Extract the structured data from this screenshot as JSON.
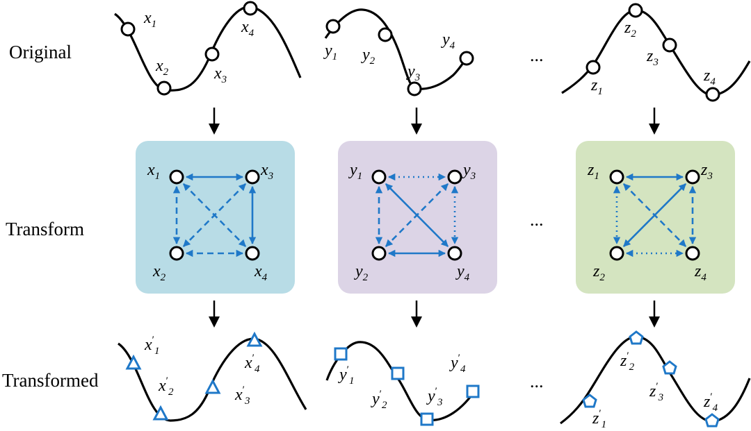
{
  "rows": {
    "original": "Original",
    "transform": "Transform",
    "transformed": "Transformed"
  },
  "ellipsis": "...",
  "colors": {
    "box_x": "#b8dce6",
    "box_y": "#dcd4e6",
    "box_z": "#d4e4c0",
    "edge": "#1f78c8"
  },
  "groups": [
    {
      "id": "x",
      "letter": "x",
      "indices": [
        "1",
        "2",
        "3",
        "4"
      ],
      "prime": "′",
      "marker": "triangle",
      "edges": {
        "1-3": "solid",
        "1-2": "dashed",
        "3-4": "solid",
        "2-4": "dashed",
        "1-4": "dashed",
        "3-2": "dashed"
      }
    },
    {
      "id": "y",
      "letter": "y",
      "indices": [
        "1",
        "2",
        "3",
        "4"
      ],
      "prime": "′",
      "marker": "square",
      "edges": {
        "1-3": "dotted",
        "1-2": "dashed",
        "3-4": "dotted",
        "2-4": "solid",
        "1-4": "solid",
        "3-2": "dashed"
      }
    },
    {
      "id": "z",
      "letter": "z",
      "indices": [
        "1",
        "2",
        "3",
        "4"
      ],
      "prime": "′",
      "marker": "pentagon",
      "edges": {
        "1-3": "solid",
        "1-2": "dotted",
        "3-4": "dashed",
        "2-4": "dotted",
        "1-4": "dashed",
        "3-2": "solid"
      }
    }
  ]
}
